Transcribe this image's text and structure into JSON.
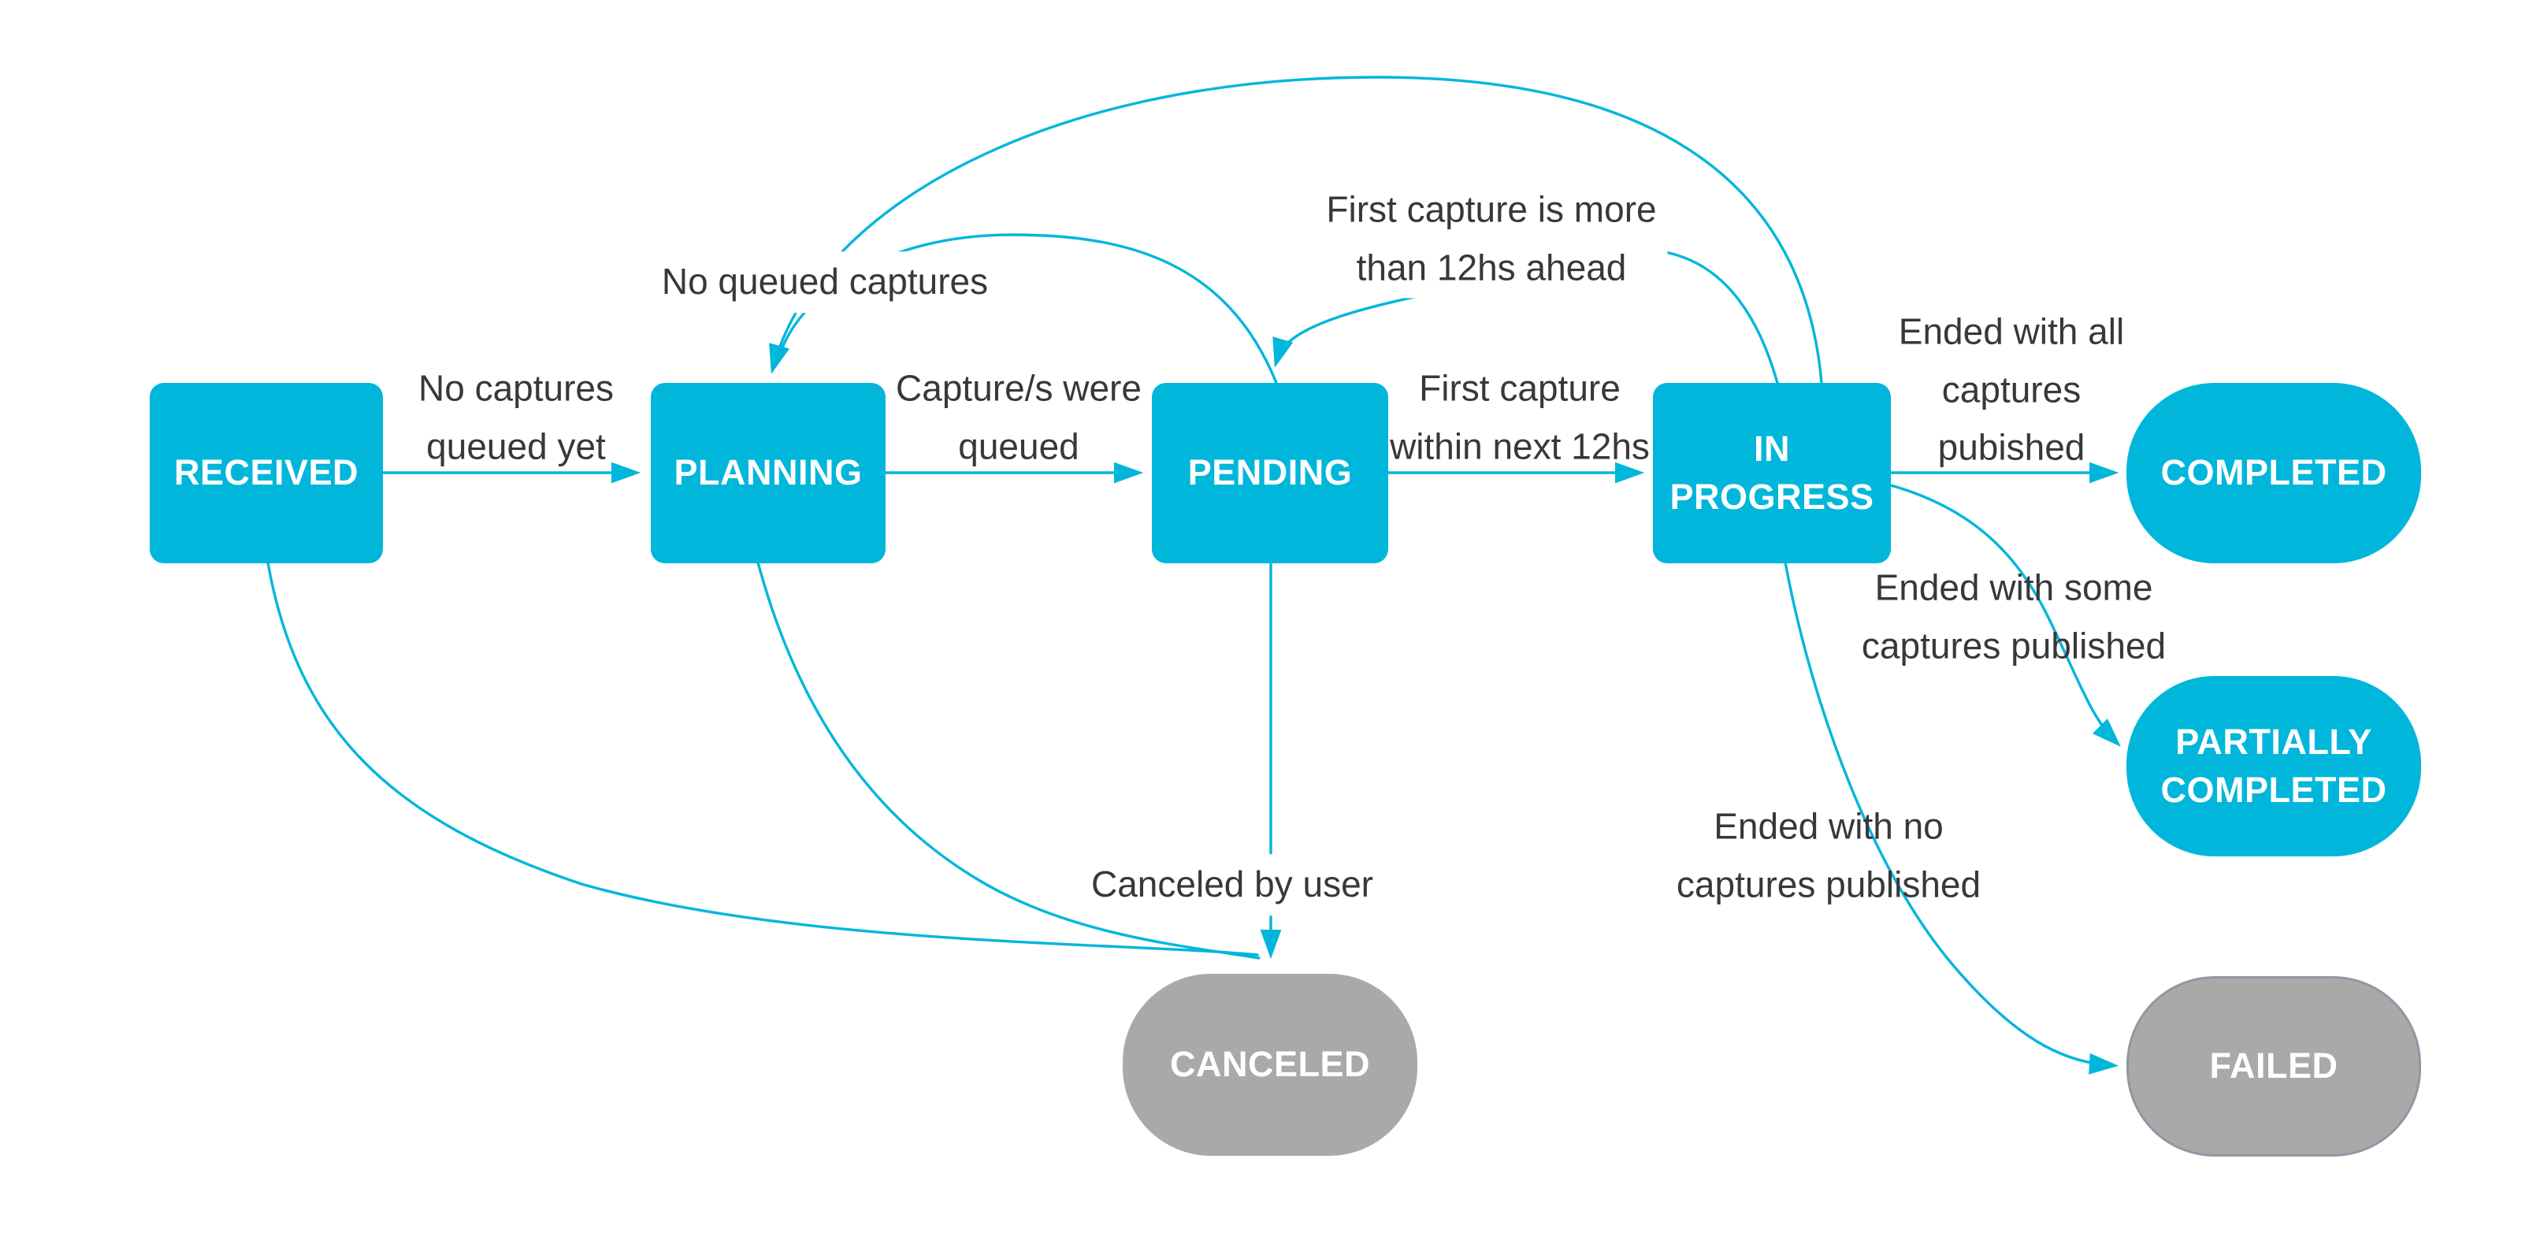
{
  "diagram": {
    "kind": "state-flow-diagram",
    "colors": {
      "accent_cyan": "#00b6db",
      "terminal_gray_fill": "#a9a9a9",
      "terminal_gray_border": "#8e98a4",
      "edge_label_text": "#383838",
      "node_text": "#ffffff",
      "background": "#ffffff"
    }
  },
  "states": [
    {
      "id": "received",
      "label": "RECEIVED",
      "shape": "square",
      "color": "cyan"
    },
    {
      "id": "planning",
      "label": "PLANNING",
      "shape": "square",
      "color": "cyan"
    },
    {
      "id": "pending",
      "label": "PENDING",
      "shape": "square",
      "color": "cyan"
    },
    {
      "id": "in-progress",
      "label": "IN PROGRESS",
      "shape": "square",
      "color": "cyan"
    },
    {
      "id": "completed",
      "label": "COMPLETED",
      "shape": "pill",
      "color": "cyan"
    },
    {
      "id": "partially-completed",
      "label": "PARTIALLY COMPLETED",
      "shape": "pill",
      "color": "cyan"
    },
    {
      "id": "failed",
      "label": "FAILED",
      "shape": "pill",
      "color": "gray"
    },
    {
      "id": "canceled",
      "label": "CANCELED",
      "shape": "pill",
      "color": "gray"
    }
  ],
  "edges": [
    {
      "from": "RECEIVED",
      "to": "PLANNING",
      "label": "No captures\nqueued yet"
    },
    {
      "from": "PLANNING",
      "to": "PENDING",
      "label": "Capture/s were\nqueued"
    },
    {
      "from": "PENDING",
      "to": "IN PROGRESS",
      "label": "First capture\nwithin next 12hs"
    },
    {
      "from": "IN PROGRESS",
      "to": "COMPLETED",
      "label": "Ended with all\ncaptures\npubished"
    },
    {
      "from": "IN PROGRESS",
      "to": "PARTIALLY COMPLETED",
      "label": "Ended with some\ncaptures published"
    },
    {
      "from": "IN PROGRESS",
      "to": "FAILED",
      "label": "Ended with no\ncaptures published"
    },
    {
      "from": "PENDING",
      "to": "PLANNING",
      "label": "No queued captures"
    },
    {
      "from": "IN PROGRESS",
      "to": "PLANNING",
      "label": ""
    },
    {
      "from": "IN PROGRESS",
      "to": "PENDING",
      "label": "First capture is more\nthan 12hs ahead"
    },
    {
      "from": "RECEIVED",
      "to": "CANCELED",
      "label": ""
    },
    {
      "from": "PLANNING",
      "to": "CANCELED",
      "label": ""
    },
    {
      "from": "PENDING",
      "to": "CANCELED",
      "label": "Canceled by user"
    }
  ]
}
